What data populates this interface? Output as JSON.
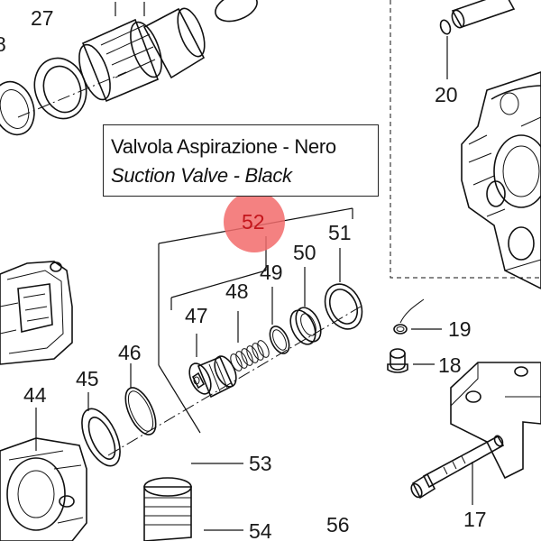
{
  "callout": {
    "title_it": "Valvola Aspirazione - Nero",
    "title_en": "Suction Valve - Black"
  },
  "highlight_color": "#f26b6b",
  "labels": {
    "p27": "27",
    "p8": "8",
    "p20": "20",
    "p52": "52",
    "p51": "51",
    "p50": "50",
    "p49": "49",
    "p48": "48",
    "p47": "47",
    "p46": "46",
    "p45": "45",
    "p44": "44",
    "p19": "19",
    "p18": "18",
    "p53": "53",
    "p54": "54",
    "p56": "56",
    "p17": "17"
  }
}
